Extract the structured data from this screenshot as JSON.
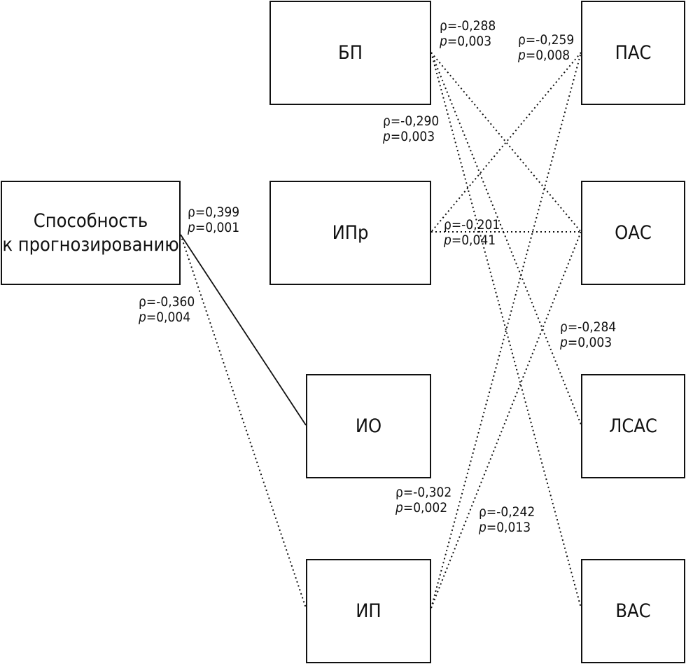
{
  "nodes": {
    "forecast": "Способность\nк прогнозированию",
    "bp": "БП",
    "ipr": "ИПр",
    "io": "ИО",
    "ip": "ИП",
    "pas": "ПАС",
    "oas": "ОАС",
    "lsas": "ЛСАС",
    "vas": "ВАС"
  },
  "edges": [
    {
      "from": "forecast",
      "to": "io",
      "style": "solid",
      "rho": "ρ=0,399",
      "p": "0,001"
    },
    {
      "from": "forecast",
      "to": "ip",
      "style": "dotted",
      "rho": "ρ=-0,360",
      "p": "0,004"
    },
    {
      "from": "bp",
      "to": "oas",
      "style": "dotted",
      "rho": "ρ=-0,288",
      "p": "0,003"
    },
    {
      "from": "bp",
      "to": "lsas",
      "style": "dotted",
      "rho": "ρ=-0,290",
      "p": "0,003"
    },
    {
      "from": "bp",
      "to": "vas",
      "style": "dotted",
      "rho": "ρ=-0,284",
      "p": "0,003"
    },
    {
      "from": "pas",
      "to": "ipr",
      "style": "dotted",
      "rho": "ρ=-0,259",
      "p": "0,008"
    },
    {
      "from": "ipr",
      "to": "oas",
      "style": "dotted",
      "rho": "ρ=-0,201",
      "p": "0,041"
    },
    {
      "from": "ip",
      "to": "pas",
      "style": "dotted",
      "rho": "ρ=-0,302",
      "p": "0,002"
    },
    {
      "from": "ip",
      "to": "oas",
      "style": "dotted",
      "rho": "ρ=-0,242",
      "p": "0,013"
    }
  ],
  "p_prefix": "p"
}
